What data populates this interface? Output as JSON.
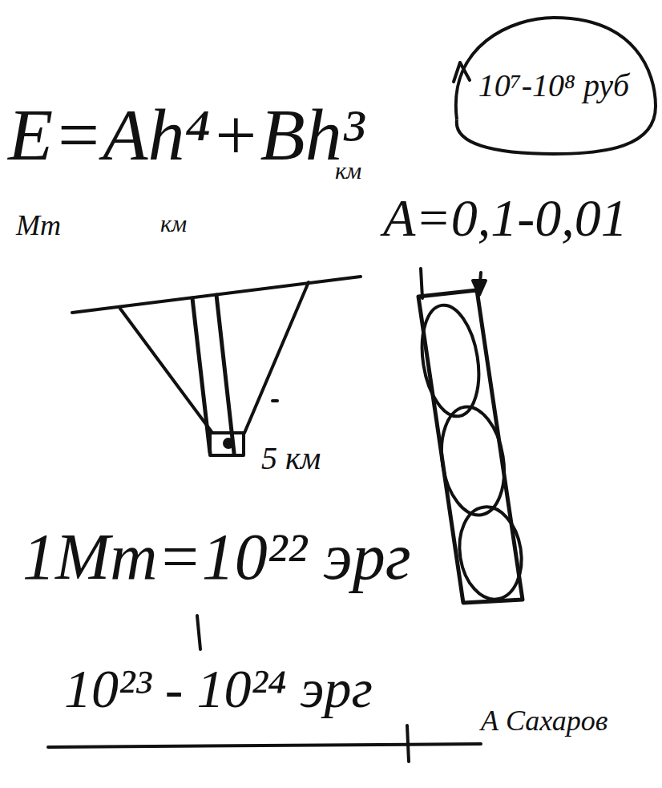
{
  "diagram": {
    "nodes": [
      {
        "text": [
          "10⁷-10⁸ руб"
        ]
      }
    ],
    "labels": [
      "E=Ah⁴+Bh³",
      "Мт",
      "км",
      "км",
      "A=0,1-0,01",
      "5 км",
      "1Мт=10²² эрг",
      "10²³ - 10²⁴ эрг",
      "А Сахаров"
    ]
  }
}
